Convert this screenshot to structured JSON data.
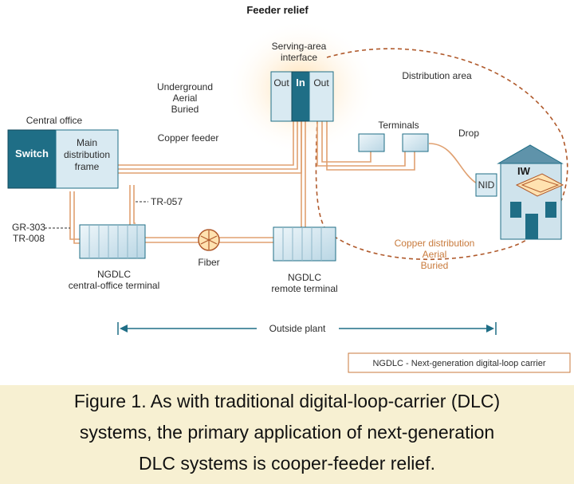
{
  "title": "Feeder relief",
  "labels": {
    "central_office": "Central office",
    "switch": "Switch",
    "mdf_line1": "Main",
    "mdf_line2": "distribution",
    "mdf_line3": "frame",
    "sai_line1": "Serving-area",
    "sai_line2": "interface",
    "sai_out_left": "Out",
    "sai_in": "In",
    "sai_out_right": "Out",
    "underground": "Underground",
    "aerial": "Aerial",
    "buried": "Buried",
    "copper_feeder": "Copper feeder",
    "distribution_area": "Distribution area",
    "terminals": "Terminals",
    "drop": "Drop",
    "nid": "NID",
    "iw": "IW",
    "tr057": "TR-057",
    "gr303": "GR-303",
    "tr008": "TR-008",
    "fiber": "Fiber",
    "ngdlc_left_1": "NGDLC",
    "ngdlc_left_2": "central-office terminal",
    "ngdlc_right_1": "NGDLC",
    "ngdlc_right_2": "remote terminal",
    "copper_dist_1": "Copper distribution",
    "copper_dist_2": "Aerial",
    "copper_dist_3": "Buried",
    "outside_plant": "Outside plant",
    "legend": "NGDLC - Next-generation digital-loop carrier"
  },
  "caption": {
    "line1": "Figure 1. As with traditional digital-loop-carrier (DLC)",
    "line2": "systems, the primary application of next-generation",
    "line3": "DLC systems is cooper-feeder relief."
  },
  "colors": {
    "switch_fill": "#1f6e86",
    "box_fill": "#d9eaf2",
    "box_stroke": "#1f6e86",
    "copper_line": "#e0a070",
    "dist_area_stroke": "#b05a2c",
    "glow": "#ffe2b0"
  }
}
